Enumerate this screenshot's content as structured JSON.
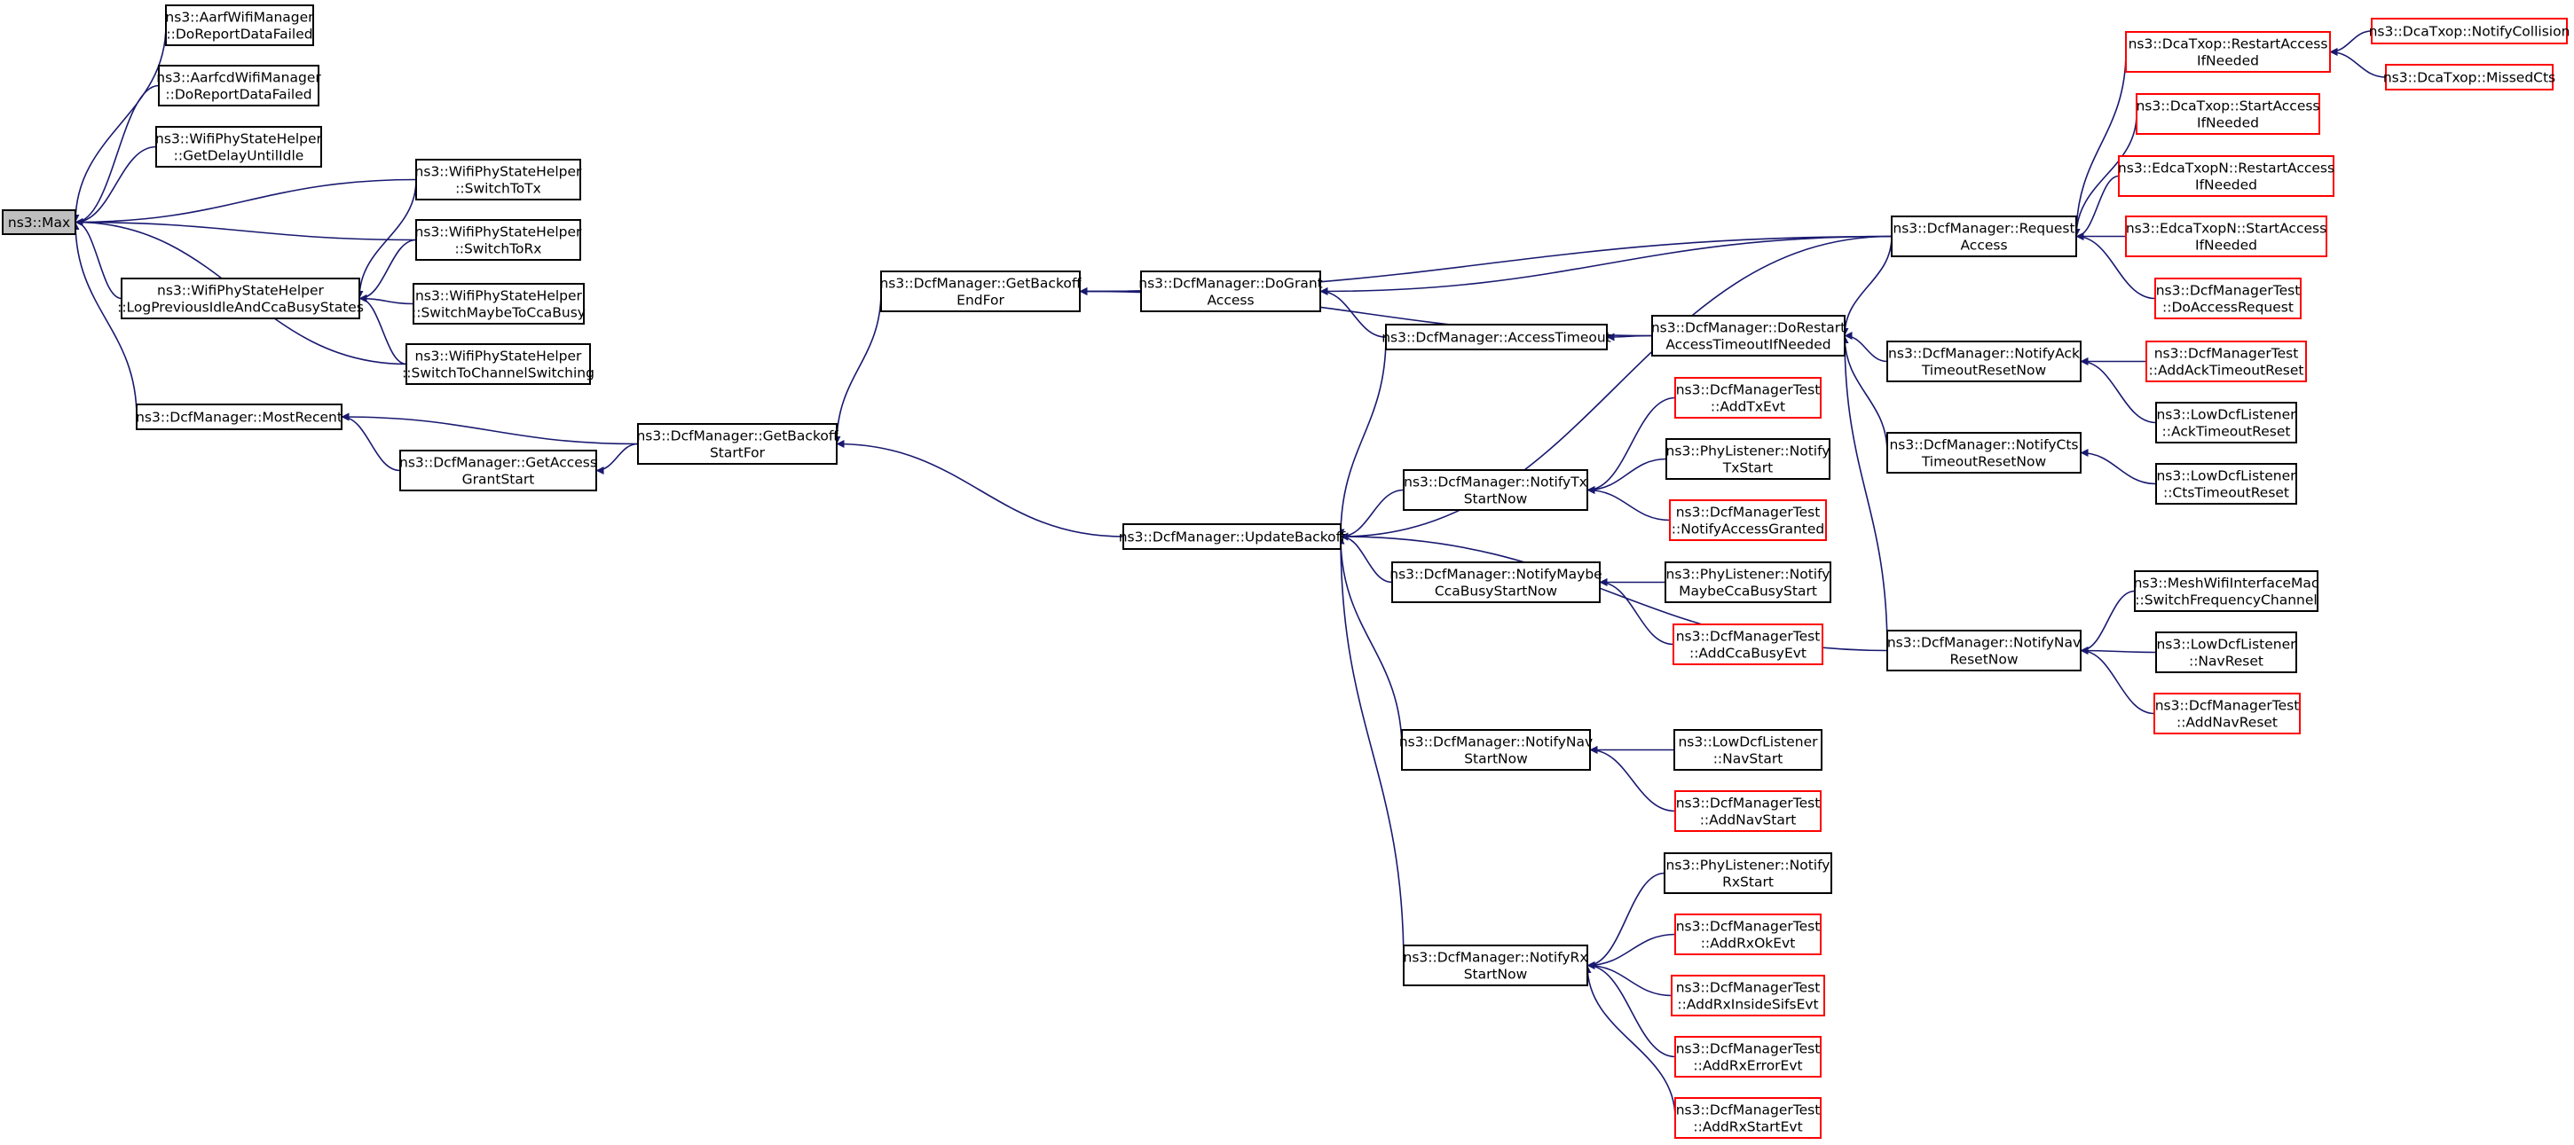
{
  "graph": {
    "colors": {
      "edge": "#191970",
      "root_fill": "#bfbfbf",
      "node_border": "#000000",
      "undocumented_border": "#ff0000"
    },
    "nodes": [
      {
        "id": "max",
        "lines": [
          "ns3::Max"
        ],
        "root": true
      },
      {
        "id": "aarf",
        "lines": [
          "ns3::AarfWifiManager",
          "::DoReportDataFailed"
        ]
      },
      {
        "id": "aarfcd",
        "lines": [
          "ns3::AarfcdWifiManager",
          "::DoReportDataFailed"
        ]
      },
      {
        "id": "getdelay",
        "lines": [
          "ns3::WifiPhyStateHelper",
          "::GetDelayUntilIdle"
        ]
      },
      {
        "id": "switchtotx",
        "lines": [
          "ns3::WifiPhyStateHelper",
          "::SwitchToTx"
        ]
      },
      {
        "id": "switchtorx",
        "lines": [
          "ns3::WifiPhyStateHelper",
          "::SwitchToRx"
        ]
      },
      {
        "id": "logprev",
        "lines": [
          "ns3::WifiPhyStateHelper",
          "::LogPreviousIdleAndCcaBusyStates"
        ]
      },
      {
        "id": "switchmaybe",
        "lines": [
          "ns3::WifiPhyStateHelper",
          "::SwitchMaybeToCcaBusy"
        ]
      },
      {
        "id": "switchchan",
        "lines": [
          "ns3::WifiPhyStateHelper",
          "::SwitchToChannelSwitching"
        ]
      },
      {
        "id": "mostrecent",
        "lines": [
          "ns3::DcfManager::MostRecent"
        ]
      },
      {
        "id": "getaccess",
        "lines": [
          "ns3::DcfManager::GetAccess",
          "GrantStart"
        ]
      },
      {
        "id": "getbackoffstart",
        "lines": [
          "ns3::DcfManager::GetBackoff",
          "StartFor"
        ]
      },
      {
        "id": "getbackoffend",
        "lines": [
          "ns3::DcfManager::GetBackoff",
          "EndFor"
        ]
      },
      {
        "id": "dogrant",
        "lines": [
          "ns3::DcfManager::DoGrant",
          "Access"
        ]
      },
      {
        "id": "updatebackoff",
        "lines": [
          "ns3::DcfManager::UpdateBackoff"
        ]
      },
      {
        "id": "accesstimeout",
        "lines": [
          "ns3::DcfManager::AccessTimeout"
        ]
      },
      {
        "id": "dorestart",
        "lines": [
          "ns3::DcfManager::DoRestart",
          "AccessTimeoutIfNeeded"
        ]
      },
      {
        "id": "notifytx",
        "lines": [
          "ns3::DcfManager::NotifyTx",
          "StartNow"
        ]
      },
      {
        "id": "notifymaybe",
        "lines": [
          "ns3::DcfManager::NotifyMaybe",
          "CcaBusyStartNow"
        ]
      },
      {
        "id": "notifynavstart",
        "lines": [
          "ns3::DcfManager::NotifyNav",
          "StartNow"
        ]
      },
      {
        "id": "notifyrx",
        "lines": [
          "ns3::DcfManager::NotifyRx",
          "StartNow"
        ]
      },
      {
        "id": "addtxevt",
        "lines": [
          "ns3::DcfManagerTest",
          "::AddTxEvt"
        ],
        "red": true
      },
      {
        "id": "plnotifytx",
        "lines": [
          "ns3::PhyListener::Notify",
          "TxStart"
        ]
      },
      {
        "id": "notifyaccessgranted",
        "lines": [
          "ns3::DcfManagerTest",
          "::NotifyAccessGranted"
        ],
        "red": true
      },
      {
        "id": "plnotifymaybe",
        "lines": [
          "ns3::PhyListener::Notify",
          "MaybeCcaBusyStart"
        ]
      },
      {
        "id": "addccabusy",
        "lines": [
          "ns3::DcfManagerTest",
          "::AddCcaBusyEvt"
        ],
        "red": true
      },
      {
        "id": "lownavstart",
        "lines": [
          "ns3::LowDcfListener",
          "::NavStart"
        ]
      },
      {
        "id": "addnavstart",
        "lines": [
          "ns3::DcfManagerTest",
          "::AddNavStart"
        ],
        "red": true
      },
      {
        "id": "plnotifyrx",
        "lines": [
          "ns3::PhyListener::Notify",
          "RxStart"
        ]
      },
      {
        "id": "addrxok",
        "lines": [
          "ns3::DcfManagerTest",
          "::AddRxOkEvt"
        ],
        "red": true
      },
      {
        "id": "addrxinside",
        "lines": [
          "ns3::DcfManagerTest",
          "::AddRxInsideSifsEvt"
        ],
        "red": true
      },
      {
        "id": "addrxerror",
        "lines": [
          "ns3::DcfManagerTest",
          "::AddRxErrorEvt"
        ],
        "red": true
      },
      {
        "id": "addrxstart",
        "lines": [
          "ns3::DcfManagerTest",
          "::AddRxStartEvt"
        ],
        "red": true
      },
      {
        "id": "requestaccess",
        "lines": [
          "ns3::DcfManager::Request",
          "Access"
        ]
      },
      {
        "id": "notifyack",
        "lines": [
          "ns3::DcfManager::NotifyAck",
          "TimeoutResetNow"
        ]
      },
      {
        "id": "notifycts",
        "lines": [
          "ns3::DcfManager::NotifyCts",
          "TimeoutResetNow"
        ]
      },
      {
        "id": "notifynavreset",
        "lines": [
          "ns3::DcfManager::NotifyNav",
          "ResetNow"
        ]
      },
      {
        "id": "dcarestart",
        "lines": [
          "ns3::DcaTxop::RestartAccess",
          "IfNeeded"
        ],
        "red": true
      },
      {
        "id": "dcastart",
        "lines": [
          "ns3::DcaTxop::StartAccess",
          "IfNeeded"
        ],
        "red": true
      },
      {
        "id": "edcarestart",
        "lines": [
          "ns3::EdcaTxopN::RestartAccess",
          "IfNeeded"
        ],
        "red": true
      },
      {
        "id": "edcastart",
        "lines": [
          "ns3::EdcaTxopN::StartAccess",
          "IfNeeded"
        ],
        "red": true
      },
      {
        "id": "doaccessreq",
        "lines": [
          "ns3::DcfManagerTest",
          "::DoAccessRequest"
        ],
        "red": true
      },
      {
        "id": "addacktimeout",
        "lines": [
          "ns3::DcfManagerTest",
          "::AddAckTimeoutReset"
        ],
        "red": true
      },
      {
        "id": "lowacktimeout",
        "lines": [
          "ns3::LowDcfListener",
          "::AckTimeoutReset"
        ]
      },
      {
        "id": "lowctstimeout",
        "lines": [
          "ns3::LowDcfListener",
          "::CtsTimeoutReset"
        ]
      },
      {
        "id": "meshswitch",
        "lines": [
          "ns3::MeshWifiInterfaceMac",
          "::SwitchFrequencyChannel"
        ]
      },
      {
        "id": "lownavreset",
        "lines": [
          "ns3::LowDcfListener",
          "::NavReset"
        ]
      },
      {
        "id": "addnavreset",
        "lines": [
          "ns3::DcfManagerTest",
          "::AddNavReset"
        ],
        "red": true
      },
      {
        "id": "notifycollision",
        "lines": [
          "ns3::DcaTxop::NotifyCollision"
        ],
        "red": true
      },
      {
        "id": "missedcts",
        "lines": [
          "ns3::DcaTxop::MissedCts"
        ],
        "red": true
      }
    ]
  }
}
